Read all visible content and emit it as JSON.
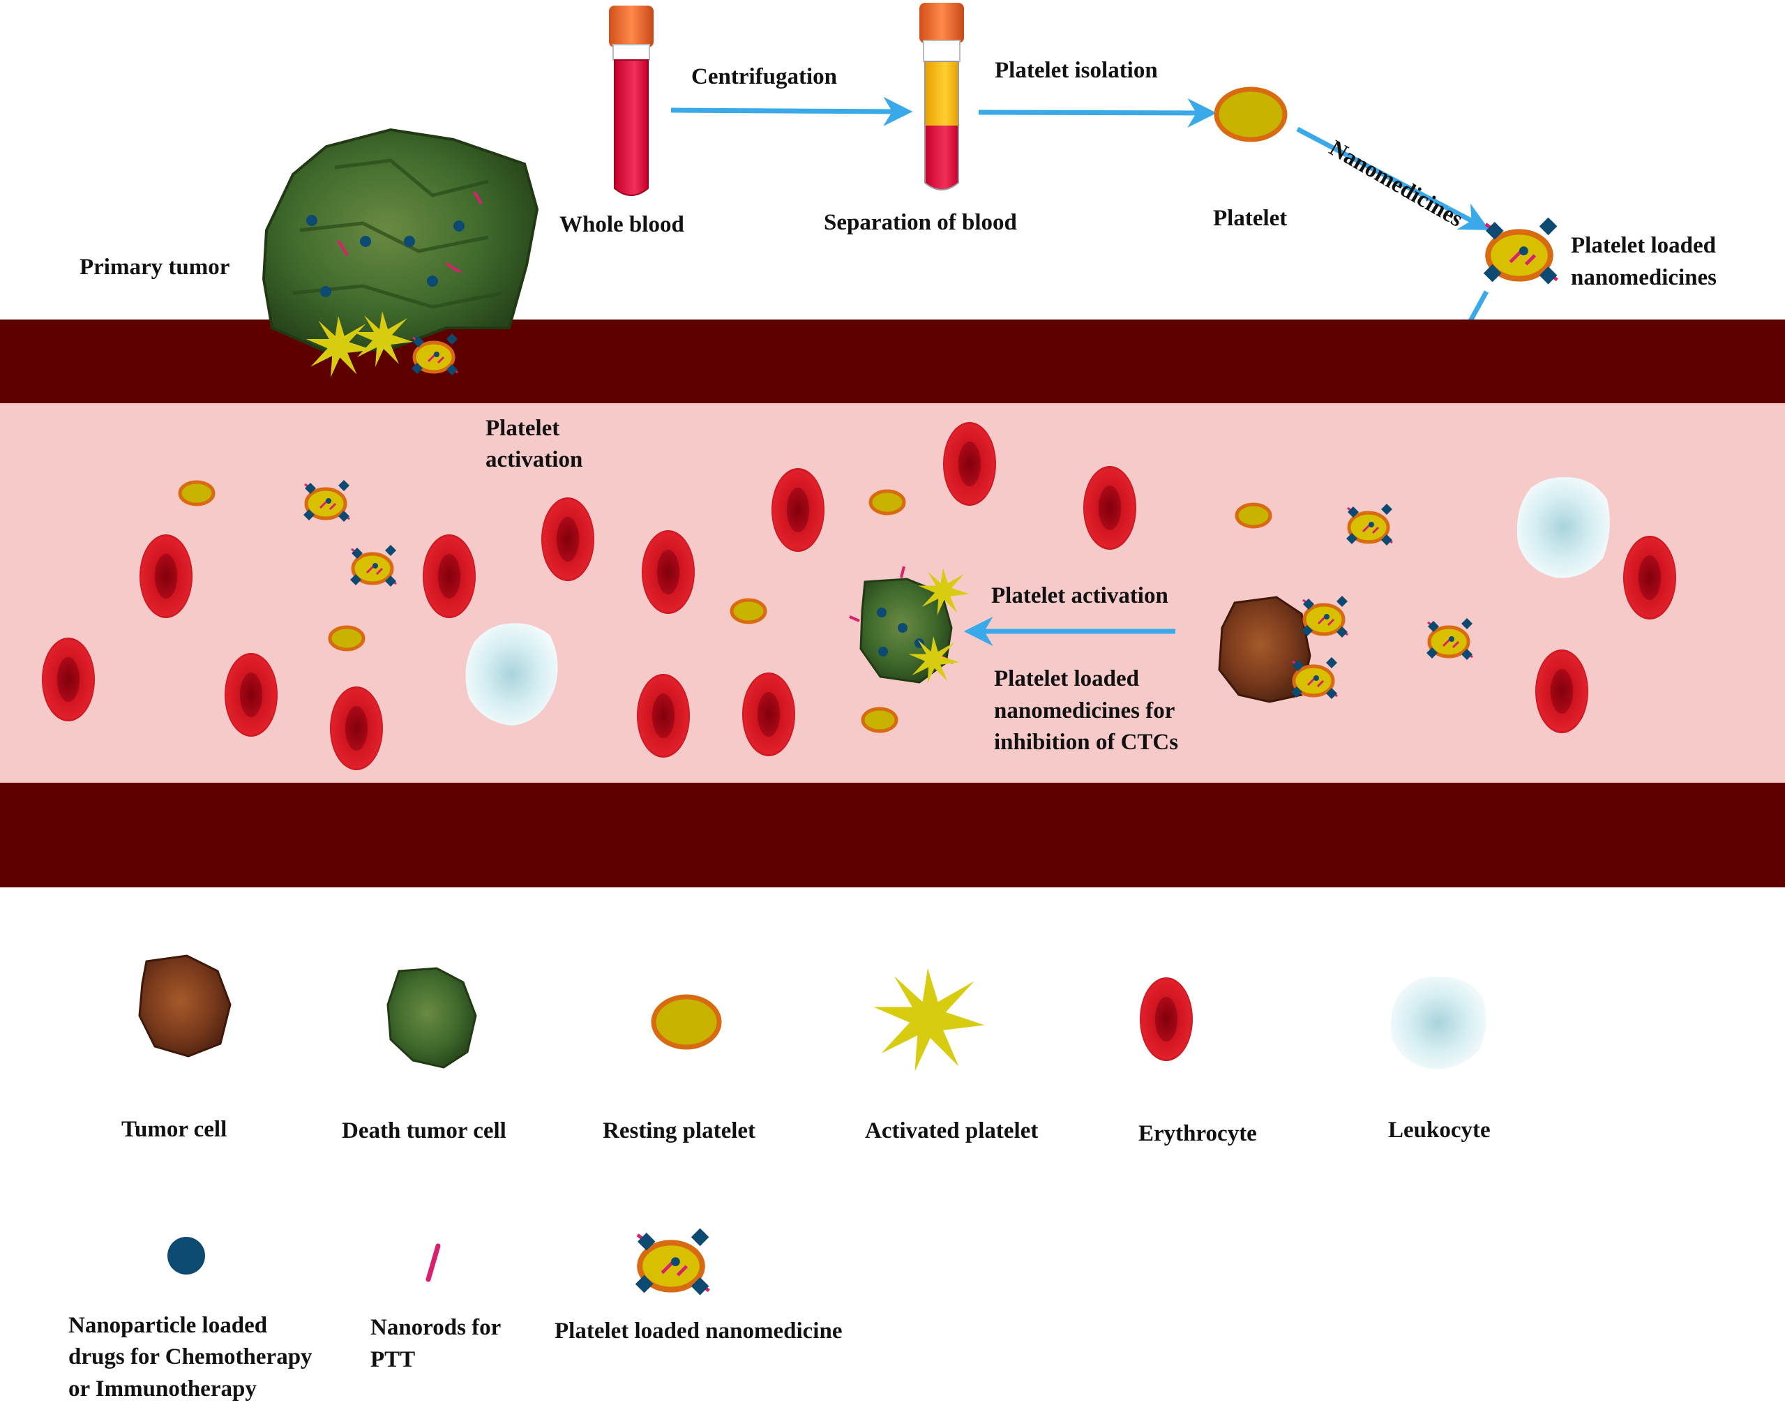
{
  "process": {
    "centrifugation": "Centrifugation",
    "platelet_isolation": "Platelet isolation",
    "nanomedicines": "Nanomedicines",
    "whole_blood": "Whole blood",
    "separation_of_blood": "Separation of blood",
    "platelet": "Platelet",
    "platelet_loaded_line1": "Platelet loaded",
    "platelet_loaded_line2": "nanomedicines"
  },
  "vessel": {
    "primary_tumor": "Primary tumor",
    "platelet_activation_left_line1": "Platelet",
    "platelet_activation_left_line2": "activation",
    "platelet_activation_center": "Platelet activation",
    "inhibition_line1": "Platelet loaded",
    "inhibition_line2": "nanomedicines for",
    "inhibition_line3": "inhibition of CTCs"
  },
  "legend": {
    "tumor_cell": "Tumor cell",
    "death_tumor_cell": "Death tumor cell",
    "resting_platelet": "Resting platelet",
    "activated_platelet": "Activated platelet",
    "erythrocyte": "Erythrocyte",
    "leukocyte": "Leukocyte",
    "nanoparticle_line1": "Nanoparticle loaded",
    "nanoparticle_line2": "drugs for Chemotherapy",
    "nanoparticle_line3": "or Immunotherapy",
    "nanorods_line1": "Nanorods for",
    "nanorods_line2": "PTT",
    "platelet_loaded_nanomedicine": "Platelet loaded nanomedicine"
  },
  "colors": {
    "vessel_wall": "#5f0000",
    "vessel_lumen": "#f7caca",
    "arrow": "#3aa9ea",
    "erythrocyte": "#c8101c",
    "platelet_fill": "#c8b400",
    "platelet_ring": "#d86a12",
    "tumor_green": "#3f6a2c",
    "tumor_brown": "#7a3a1c",
    "nanoparticle": "#0d4a72",
    "nanorod": "#d8206e",
    "activated_platelet": "#d8cc10",
    "leukocyte": "#d9eef2"
  }
}
